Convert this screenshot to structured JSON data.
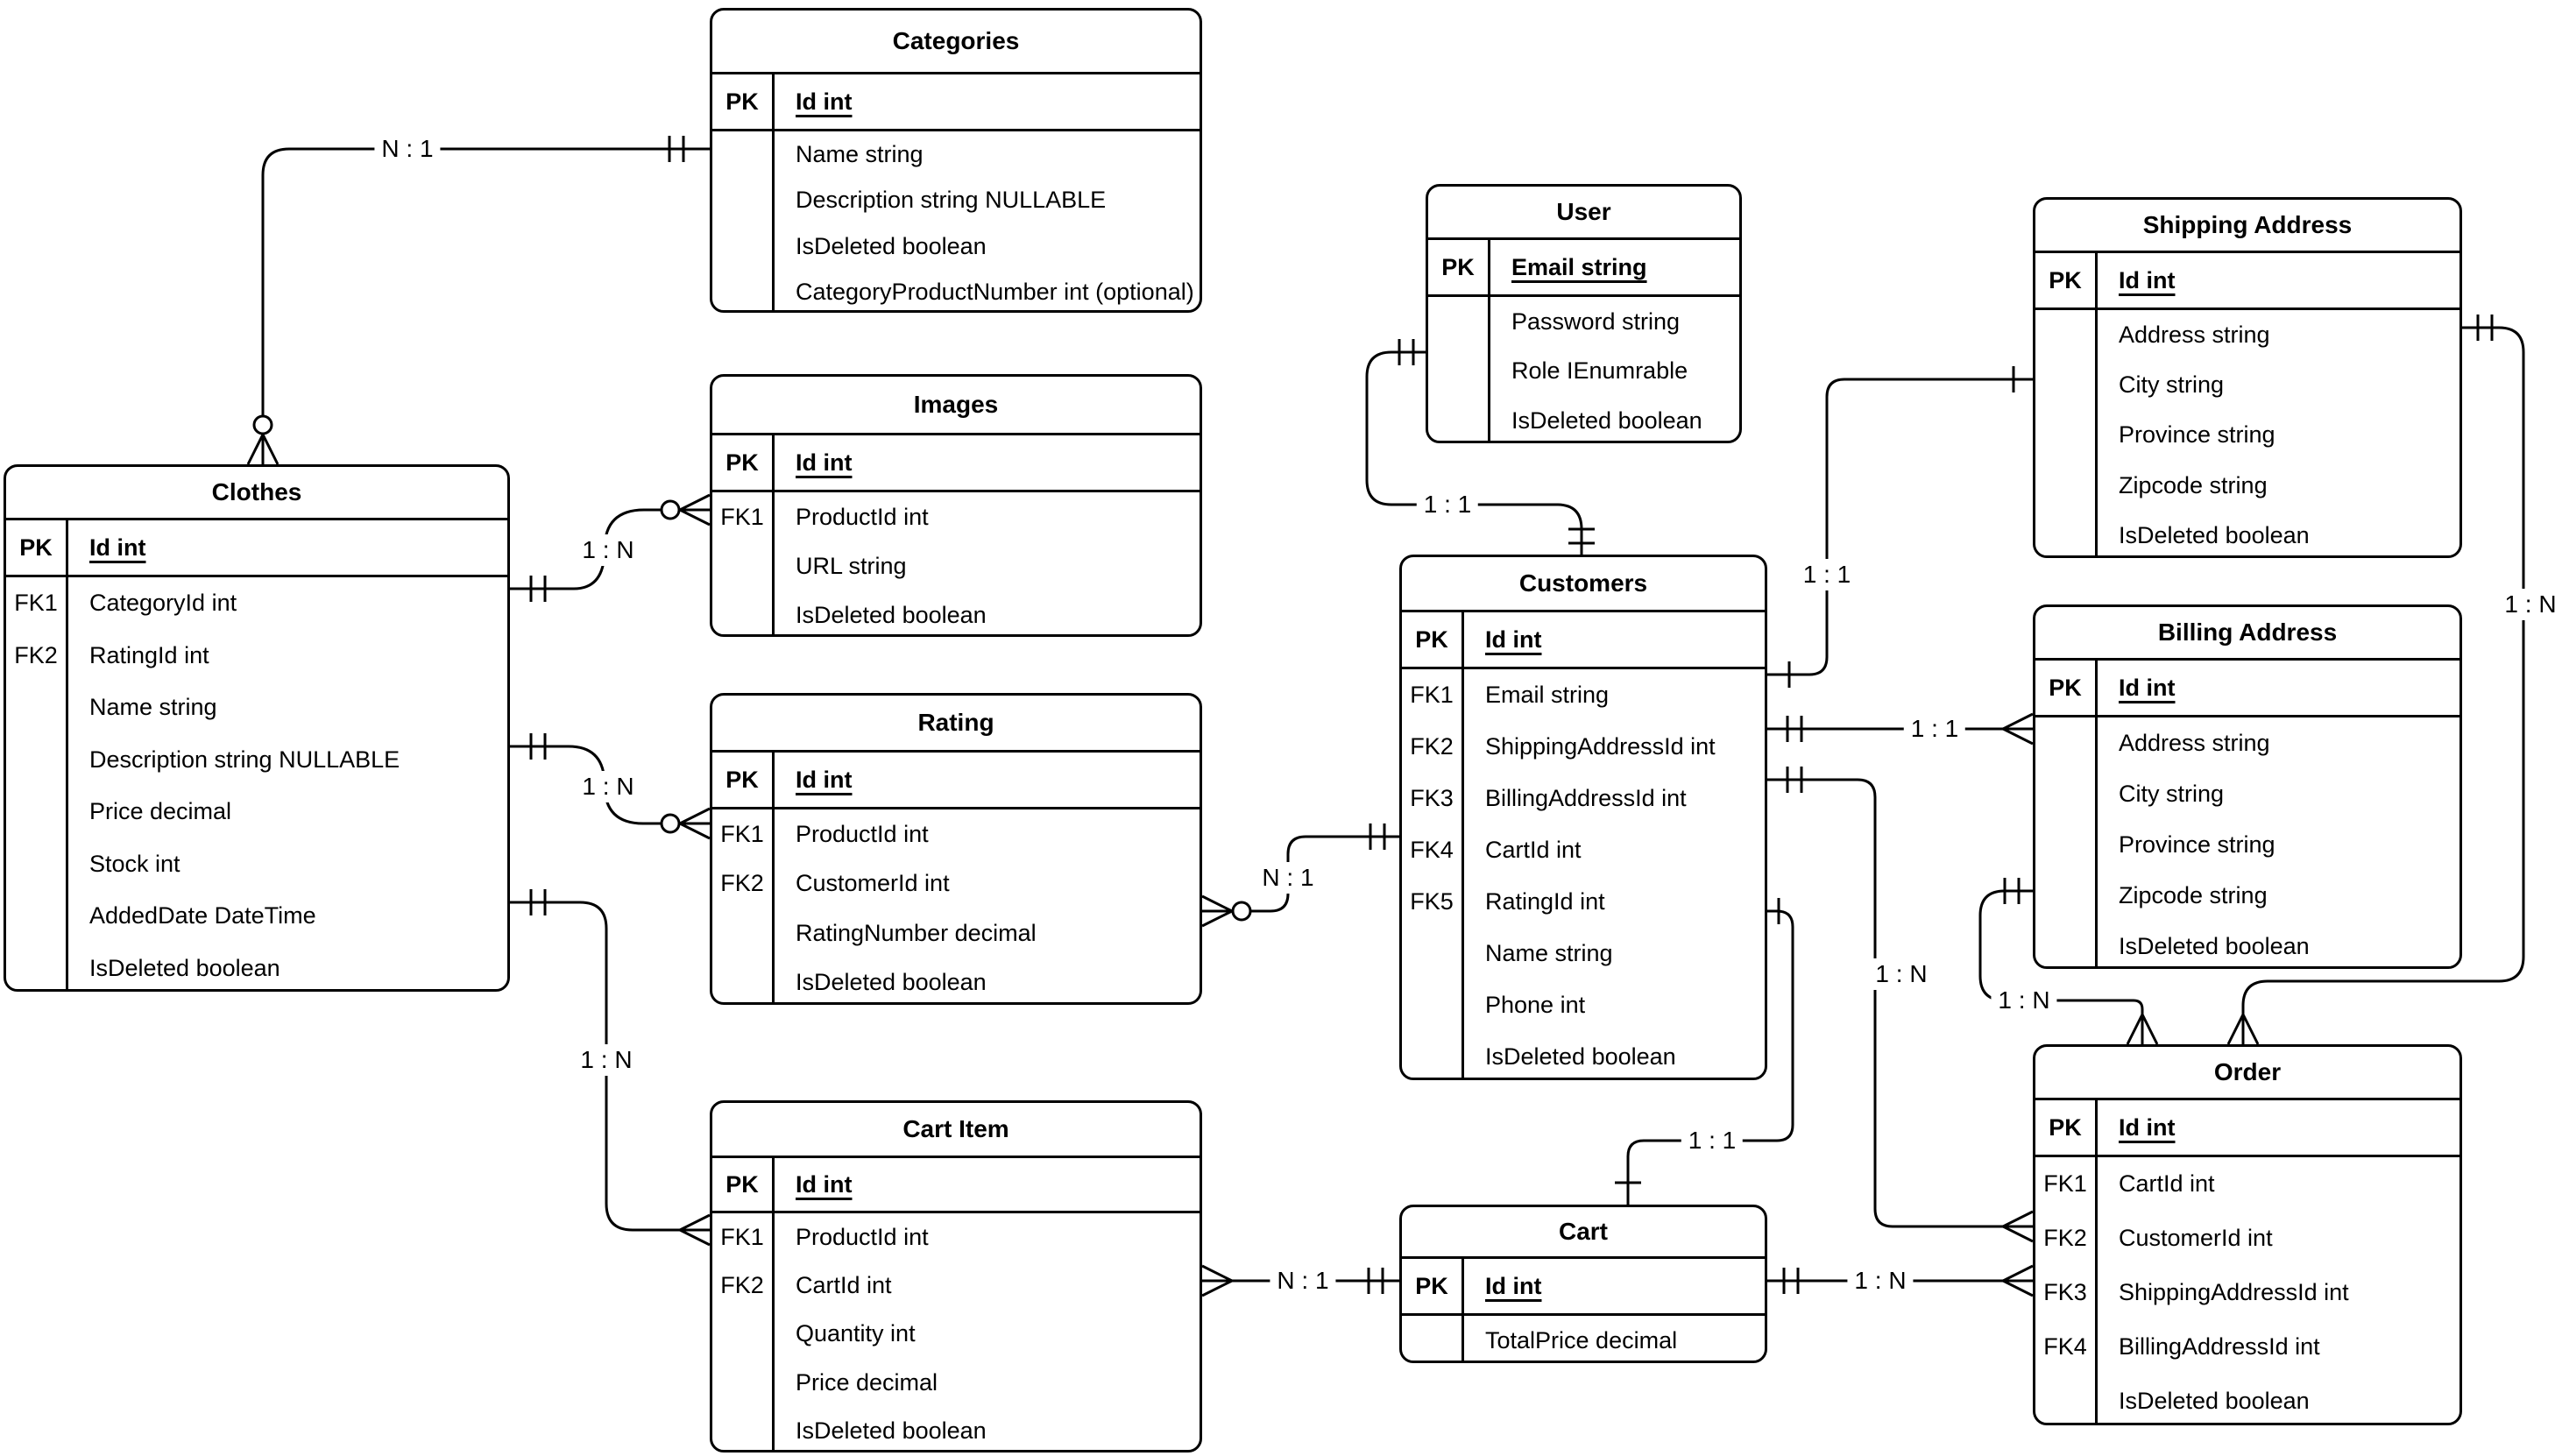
{
  "diagram": {
    "background": "#ffffff",
    "line_color": "#000000",
    "pk_header": "PK"
  },
  "entities": [
    {
      "id": "categories",
      "title": "Categories",
      "pk_key": "PK",
      "pk": "Id int",
      "attributes": [
        {
          "key": "",
          "name": "Name string"
        },
        {
          "key": "",
          "name": "Description string NULLABLE"
        },
        {
          "key": "",
          "name": "IsDeleted boolean"
        },
        {
          "key": "",
          "name": "CategoryProductNumber int (optional)"
        }
      ]
    },
    {
      "id": "clothes",
      "title": "Clothes",
      "pk_key": "PK",
      "pk": "Id int",
      "attributes": [
        {
          "key": "FK1",
          "name": "CategoryId int"
        },
        {
          "key": "FK2",
          "name": "RatingId int"
        },
        {
          "key": "",
          "name": "Name string"
        },
        {
          "key": "",
          "name": "Description string NULLABLE"
        },
        {
          "key": "",
          "name": "Price decimal"
        },
        {
          "key": "",
          "name": "Stock int"
        },
        {
          "key": "",
          "name": "AddedDate DateTime"
        },
        {
          "key": "",
          "name": "IsDeleted boolean"
        }
      ]
    },
    {
      "id": "images",
      "title": "Images",
      "pk_key": "PK",
      "pk": "Id int",
      "attributes": [
        {
          "key": "FK1",
          "name": "ProductId int"
        },
        {
          "key": "",
          "name": "URL string"
        },
        {
          "key": "",
          "name": "IsDeleted boolean"
        }
      ]
    },
    {
      "id": "rating",
      "title": "Rating",
      "pk_key": "PK",
      "pk": "Id int",
      "attributes": [
        {
          "key": "FK1",
          "name": "ProductId int"
        },
        {
          "key": "FK2",
          "name": "CustomerId int"
        },
        {
          "key": "",
          "name": "RatingNumber decimal"
        },
        {
          "key": "",
          "name": "IsDeleted boolean"
        }
      ]
    },
    {
      "id": "cart_item",
      "title": "Cart Item",
      "pk_key": "PK",
      "pk": "Id int",
      "attributes": [
        {
          "key": "FK1",
          "name": "ProductId int"
        },
        {
          "key": "FK2",
          "name": "CartId int"
        },
        {
          "key": "",
          "name": "Quantity int"
        },
        {
          "key": "",
          "name": "Price decimal"
        },
        {
          "key": "",
          "name": "IsDeleted boolean"
        }
      ]
    },
    {
      "id": "user",
      "title": "User",
      "pk_key": "PK",
      "pk": "Email string",
      "attributes": [
        {
          "key": "",
          "name": "Password string"
        },
        {
          "key": "",
          "name": "Role IEnumrable"
        },
        {
          "key": "",
          "name": "IsDeleted boolean"
        }
      ]
    },
    {
      "id": "customers",
      "title": "Customers",
      "pk_key": "PK",
      "pk": "Id int",
      "attributes": [
        {
          "key": "FK1",
          "name": "Email string"
        },
        {
          "key": "FK2",
          "name": "ShippingAddressId int"
        },
        {
          "key": "FK3",
          "name": "BillingAddressId int"
        },
        {
          "key": "FK4",
          "name": "CartId int"
        },
        {
          "key": "FK5",
          "name": "RatingId int"
        },
        {
          "key": "",
          "name": "Name string"
        },
        {
          "key": "",
          "name": "Phone int"
        },
        {
          "key": "",
          "name": "IsDeleted boolean"
        }
      ]
    },
    {
      "id": "cart",
      "title": "Cart",
      "pk_key": "PK",
      "pk": "Id int",
      "attributes": [
        {
          "key": "",
          "name": "TotalPrice decimal"
        }
      ]
    },
    {
      "id": "shipping_address",
      "title": "Shipping Address",
      "pk_key": "PK",
      "pk": "Id int",
      "attributes": [
        {
          "key": "",
          "name": "Address string"
        },
        {
          "key": "",
          "name": "City string"
        },
        {
          "key": "",
          "name": "Province string"
        },
        {
          "key": "",
          "name": "Zipcode string"
        },
        {
          "key": "",
          "name": "IsDeleted boolean"
        }
      ]
    },
    {
      "id": "billing_address",
      "title": "Billing Address",
      "pk_key": "PK",
      "pk": "Id int",
      "attributes": [
        {
          "key": "",
          "name": "Address string"
        },
        {
          "key": "",
          "name": "City string"
        },
        {
          "key": "",
          "name": "Province string"
        },
        {
          "key": "",
          "name": "Zipcode string"
        },
        {
          "key": "",
          "name": "IsDeleted boolean"
        }
      ]
    },
    {
      "id": "order",
      "title": "Order",
      "pk_key": "PK",
      "pk": "Id int",
      "attributes": [
        {
          "key": "FK1",
          "name": "CartId int"
        },
        {
          "key": "FK2",
          "name": "CustomerId int"
        },
        {
          "key": "FK3",
          "name": "ShippingAddressId int"
        },
        {
          "key": "FK4",
          "name": "BillingAddressId int"
        },
        {
          "key": "",
          "name": "IsDeleted boolean"
        }
      ]
    }
  ],
  "relationships": [
    {
      "id": "clothes-categories",
      "from": "Clothes",
      "to": "Categories",
      "label": "N : 1"
    },
    {
      "id": "clothes-images",
      "from": "Clothes",
      "to": "Images",
      "label": "1 : N"
    },
    {
      "id": "clothes-rating",
      "from": "Clothes",
      "to": "Rating",
      "label": "1 : N"
    },
    {
      "id": "clothes-cartitem",
      "from": "Clothes",
      "to": "Cart Item",
      "label": "1 : N"
    },
    {
      "id": "user-customers",
      "from": "User",
      "to": "Customers",
      "label": "1 : 1"
    },
    {
      "id": "rating-customers",
      "from": "Rating",
      "to": "Customers",
      "label": "N : 1"
    },
    {
      "id": "customers-shipping",
      "from": "Customers",
      "to": "Shipping Address",
      "label": "1 : 1"
    },
    {
      "id": "customers-billing",
      "from": "Customers",
      "to": "Billing Address",
      "label": "1 : 1"
    },
    {
      "id": "customers-order",
      "from": "Customers",
      "to": "Order",
      "label": "1 : N"
    },
    {
      "id": "customers-cart",
      "from": "Customers",
      "to": "Cart",
      "label": "1 : 1"
    },
    {
      "id": "cartitem-cart",
      "from": "Cart Item",
      "to": "Cart",
      "label": "N : 1"
    },
    {
      "id": "cart-order",
      "from": "Cart",
      "to": "Order",
      "label": "1 : N"
    },
    {
      "id": "shipping-order",
      "from": "Shipping Address",
      "to": "Order",
      "label": "1 : N"
    },
    {
      "id": "billing-order",
      "from": "Billing Address",
      "to": "Order",
      "label": "1 : N"
    }
  ]
}
